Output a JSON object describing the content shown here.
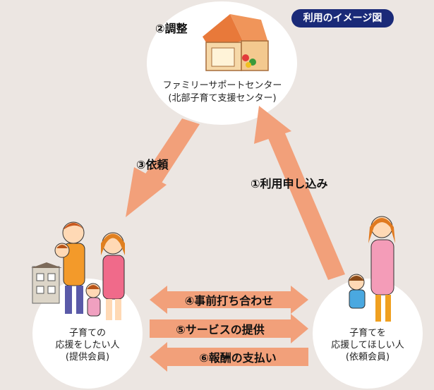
{
  "badge": "利用のイメージ図",
  "center": {
    "title": "ファミリーサポートセンター",
    "subtitle": "(北部子育て支援センター)",
    "step_label": "②調整"
  },
  "left": {
    "line1": "子育ての",
    "line2": "応援をしたい人",
    "line3": "(提供会員)"
  },
  "right": {
    "line1": "子育てを",
    "line2": "応援してほしい人",
    "line3": "(依頼会員)"
  },
  "steps": {
    "s1": "①利用申し込み",
    "s3": "③依頼",
    "s4": "④事前打ち合わせ",
    "s5": "⑤サービスの提供",
    "s6": "⑥報酬の支払い"
  },
  "colors": {
    "arrow": "#f2a07a",
    "badge": "#1a2a78",
    "panel": "#ece6e2"
  }
}
